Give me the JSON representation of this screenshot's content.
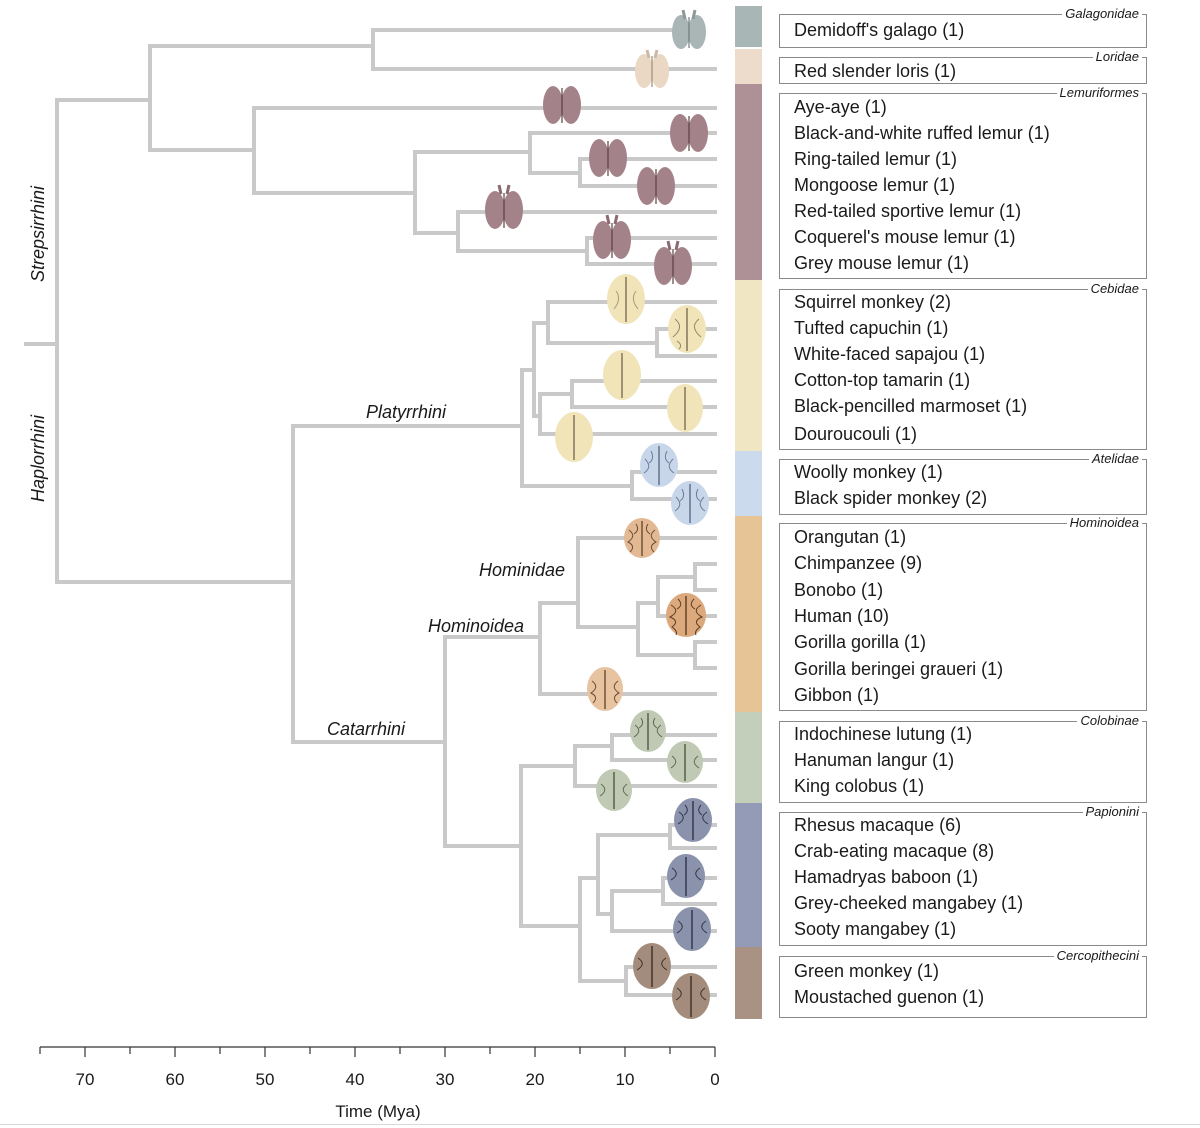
{
  "axis": {
    "title": "Time (Mya)",
    "ticks": [
      "70",
      "60",
      "50",
      "40",
      "30",
      "20",
      "10",
      "0"
    ]
  },
  "clades": {
    "strepsirrhini": "Strepsirrhini",
    "haplorrhini": "Haplorrhini",
    "platyrrhini": "Platyrrhini",
    "catarrhini": "Catarrhini",
    "hominoidea": "Hominoidea",
    "hominidae": "Hominidae"
  },
  "groups": [
    {
      "name": "Galagonidae",
      "color": "#a8b7b6",
      "species": [
        "Demidoff's galago (1)"
      ]
    },
    {
      "name": "Loridae",
      "color": "#eddccb",
      "species": [
        "Red slender loris (1)"
      ]
    },
    {
      "name": "Lemuriformes",
      "color": "#ad9197",
      "species": [
        "Aye-aye (1)",
        "Black-and-white ruffed lemur (1)",
        "Ring-tailed lemur (1)",
        "Mongoose lemur (1)",
        "Red-tailed sportive lemur (1)",
        "Coquerel's mouse lemur (1)",
        "Grey mouse lemur (1)"
      ]
    },
    {
      "name": "Cebidae",
      "color": "#f1e6c3",
      "species": [
        "Squirrel monkey (2)",
        "Tufted capuchin (1)",
        "White-faced sapajou (1)",
        "Cotton-top tamarin (1)",
        "Black-pencilled marmoset (1)",
        "Douroucouli (1)"
      ]
    },
    {
      "name": "Atelidae",
      "color": "#cbdaec",
      "species": [
        "Woolly monkey (1)",
        "Black spider monkey (2)"
      ]
    },
    {
      "name": "Hominoidea",
      "color": "#e6c495",
      "species": [
        "Orangutan (1)",
        "Chimpanzee (9)",
        "Bonobo (1)",
        "Human (10)",
        "Gorilla gorilla (1)",
        "Gorilla beringei graueri (1)",
        "Gibbon (1)"
      ]
    },
    {
      "name": "Colobinae",
      "color": "#c3cfba",
      "species": [
        "Indochinese lutung (1)",
        "Hanuman langur (1)",
        "King colobus (1)"
      ]
    },
    {
      "name": "Papionini",
      "color": "#939bb6",
      "species": [
        "Rhesus macaque (6)",
        "Crab-eating macaque (8)",
        "Hamadryas baboon (1)",
        "Grey-cheeked mangabey (1)",
        "Sooty mangabey (1)"
      ]
    },
    {
      "name": "Cercopithecini",
      "color": "#a99183",
      "species": [
        "Green monkey (1)",
        "Moustached guenon (1)"
      ]
    }
  ]
}
